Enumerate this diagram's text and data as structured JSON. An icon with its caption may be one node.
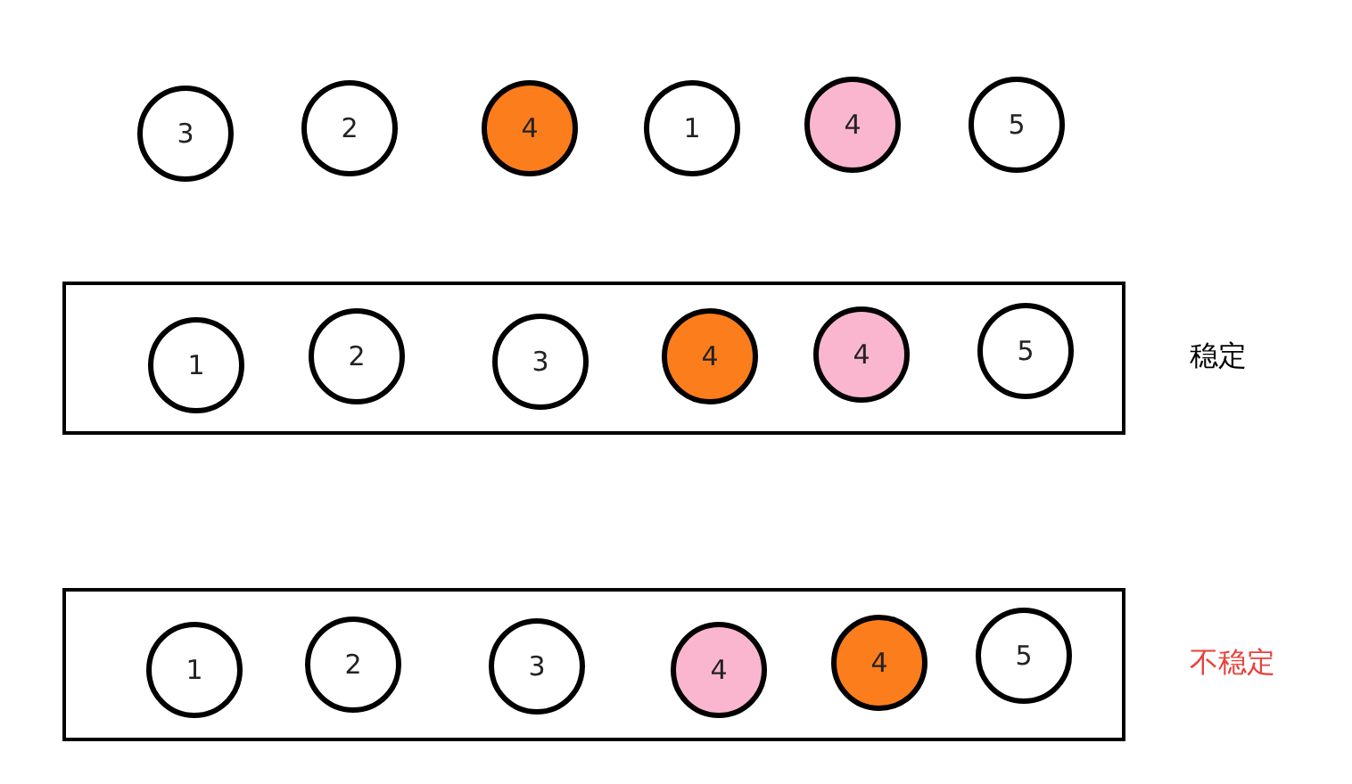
{
  "diagram": {
    "nodes": [
      {
        "text": [
          "3"
        ]
      },
      {
        "text": [
          "2"
        ]
      },
      {
        "text": [
          "4"
        ]
      },
      {
        "text": [
          "1"
        ]
      },
      {
        "text": [
          "4"
        ]
      },
      {
        "text": [
          "5"
        ]
      },
      {
        "text": [],
        "shape": "box",
        "beside": [
          "稳定"
        ]
      },
      {
        "text": [
          "1"
        ],
        "in": 6
      },
      {
        "text": [
          "2"
        ],
        "in": 6
      },
      {
        "text": [
          "3"
        ],
        "in": 6
      },
      {
        "text": [
          "4"
        ],
        "in": 6
      },
      {
        "text": [
          "4"
        ],
        "in": 6
      },
      {
        "text": [
          "5"
        ],
        "in": 6
      },
      {
        "text": [],
        "shape": "box",
        "beside": [
          "不稳定"
        ]
      },
      {
        "text": [
          "1"
        ],
        "in": 13
      },
      {
        "text": [
          "2"
        ],
        "in": 13
      },
      {
        "text": [
          "3"
        ],
        "in": 13
      },
      {
        "text": [
          "4"
        ],
        "in": 13
      },
      {
        "text": [
          "4"
        ],
        "in": 13
      },
      {
        "text": [
          "5"
        ],
        "in": 13
      }
    ]
  }
}
